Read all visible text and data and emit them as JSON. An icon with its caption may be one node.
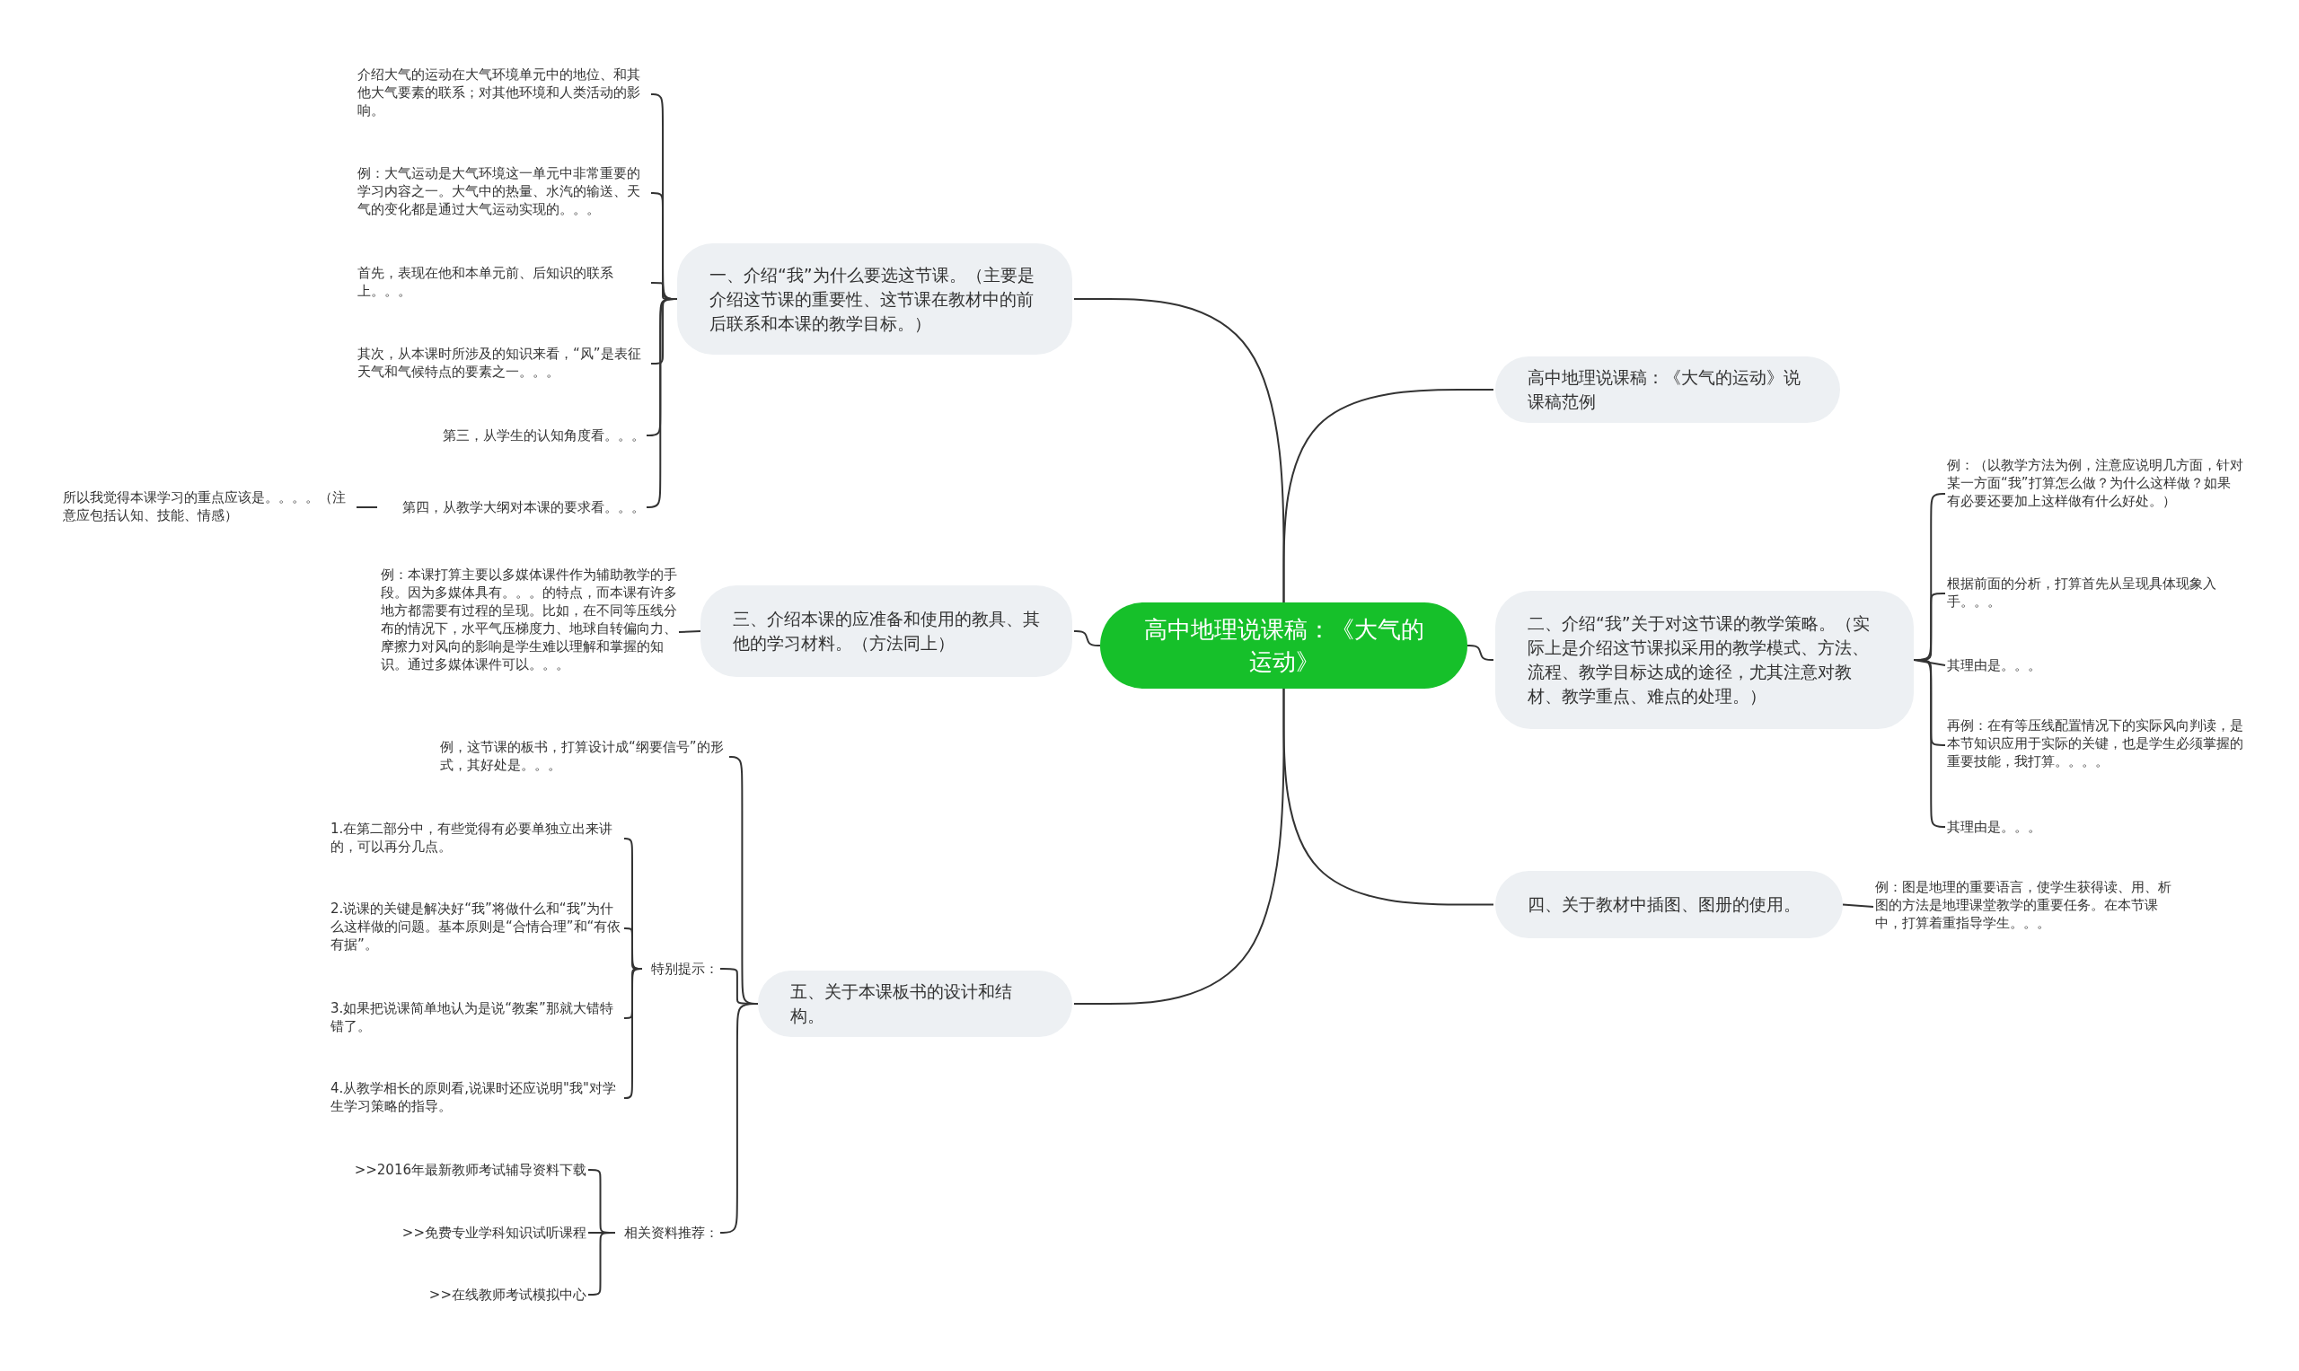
{
  "diagram": {
    "nodes": [
      {
        "text": [
          "高中地理说课稿：《大气的运动》"
        ]
      },
      {
        "text": [
          "高中地理说课稿：《大气的运动》说课稿范例"
        ]
      },
      {
        "text": [
          "二、介绍“我”关于对这节课的教学策略。（实际上是介绍这节课拟采用的教学模式、方法、流程、教学目标达成的途径，尤其注意对教材、教学重点、难点的处理。）"
        ]
      },
      {
        "text": [
          "例：（以教学方法为例，注意应说明几方面，针对某一方面“我”打算怎么做？为什么这样做？如果有必要还要加上这样做有什么好处。）"
        ]
      },
      {
        "text": [
          "根据前面的分析，打算首先从呈现具体现象入手。。。"
        ]
      },
      {
        "text": [
          "其理由是。。。"
        ]
      },
      {
        "text": [
          "再例：在有等压线配置情况下的实际风向判读，是本节知识应用于实际的关键，也是学生必须掌握的重要技能，我打算。。。。"
        ]
      },
      {
        "text": [
          "其理由是。。。"
        ]
      },
      {
        "text": [
          "四、关于教材中插图、图册的使用。"
        ]
      },
      {
        "text": [
          "例：图是地理的重要语言，使学生获得读、用、析图的方法是地理课堂教学的重要任务。在本节课中，打算着重指导学生。。。"
        ]
      },
      {
        "text": [
          "一、介绍“我”为什么要选这节课。（主要是介绍这节课的重要性、这节课在教材中的前后联系和本课的教学目标。）"
        ]
      },
      {
        "text": [
          "介绍大气的运动在大气环境单元中的地位、和其他大气要素的联系；对其他环境和人类活动的影响。"
        ]
      },
      {
        "text": [
          "例：大气运动是大气环境这一单元中非常重要的学习内容之一。大气中的热量、水汽的输送、天气的变化都是通过大气运动实现的。。。"
        ]
      },
      {
        "text": [
          "首先，表现在他和本单元前、后知识的联系上。。。"
        ]
      },
      {
        "text": [
          "其次，从本课时所涉及的知识来看，“风”是表征天气和气候特点的要素之一。。。"
        ]
      },
      {
        "text": [
          "第三，从学生的认知角度看。。。"
        ]
      },
      {
        "text": [
          "第四，从教学大纲对本课的要求看。。。"
        ]
      },
      {
        "text": [
          "所以我觉得本课学习的重点应该是。。。。（注意应包括认知、技能、情感）"
        ]
      },
      {
        "text": [
          "三、介绍本课的应准备和使用的教具、其他的学习材料。（方法同上）"
        ]
      },
      {
        "text": [
          "例：本课打算主要以多媒体课件作为辅助教学的手段。因为多媒体具有。。。的特点，而本课有许多地方都需要有过程的呈现。比如，在不同等压线分布的情况下，水平气压梯度力、地球自转偏向力、摩擦力对风向的影响是学生难以理解和掌握的知识。通过多媒体课件可以。。。"
        ]
      },
      {
        "text": [
          "五、关于本课板书的设计和结构。"
        ]
      },
      {
        "text": [
          "例，这节课的板书，打算设计成“纲要信号”的形式，其好处是。。。"
        ]
      },
      {
        "text": [
          "特别提示："
        ]
      },
      {
        "text": [
          "1.在第二部分中，有些觉得有必要单独立出来讲的，可以再分几点。"
        ]
      },
      {
        "text": [
          "2.说课的关键是解决好“我”将做什么和“我”为什么这样做的问题。基本原则是“合情合理”和“有依有据”。"
        ]
      },
      {
        "text": [
          "3.如果把说课简单地认为是说“教案”那就大错特错了。"
        ]
      },
      {
        "text": [
          "4.从教学相长的原则看,说课时还应说明\"我\"对学生学习策略的指导。"
        ]
      },
      {
        "text": [
          "相关资料推荐："
        ]
      },
      {
        "text": [
          ">>2016年最新教师考试辅导资料下载"
        ]
      },
      {
        "text": [
          ">>免费专业学科知识试听课程"
        ]
      },
      {
        "text": [
          ">>在线教师考试模拟中心"
        ]
      }
    ],
    "edges": [
      {
        "from": 0,
        "to": 1,
        "arrow": "none"
      },
      {
        "from": 0,
        "to": 2,
        "arrow": "none"
      },
      {
        "from": 2,
        "to": 3,
        "arrow": "none"
      },
      {
        "from": 2,
        "to": 4,
        "arrow": "none"
      },
      {
        "from": 2,
        "to": 5,
        "arrow": "none"
      },
      {
        "from": 2,
        "to": 6,
        "arrow": "none"
      },
      {
        "from": 2,
        "to": 7,
        "arrow": "none"
      },
      {
        "from": 0,
        "to": 8,
        "arrow": "none"
      },
      {
        "from": 8,
        "to": 9,
        "arrow": "none"
      },
      {
        "from": 0,
        "to": 10,
        "arrow": "none"
      },
      {
        "from": 10,
        "to": 11,
        "arrow": "none"
      },
      {
        "from": 10,
        "to": 12,
        "arrow": "none"
      },
      {
        "from": 10,
        "to": 13,
        "arrow": "none"
      },
      {
        "from": 10,
        "to": 14,
        "arrow": "none"
      },
      {
        "from": 10,
        "to": 15,
        "arrow": "none"
      },
      {
        "from": 10,
        "to": 16,
        "arrow": "none"
      },
      {
        "from": 16,
        "to": 17,
        "arrow": "none"
      },
      {
        "from": 0,
        "to": 18,
        "arrow": "none"
      },
      {
        "from": 18,
        "to": 19,
        "arrow": "none"
      },
      {
        "from": 0,
        "to": 20,
        "arrow": "none"
      },
      {
        "from": 20,
        "to": 21,
        "arrow": "none"
      },
      {
        "from": 20,
        "to": 22,
        "arrow": "none"
      },
      {
        "from": 22,
        "to": 23,
        "arrow": "none"
      },
      {
        "from": 22,
        "to": 24,
        "arrow": "none"
      },
      {
        "from": 22,
        "to": 25,
        "arrow": "none"
      },
      {
        "from": 22,
        "to": 26,
        "arrow": "none"
      },
      {
        "from": 20,
        "to": 27,
        "arrow": "none"
      },
      {
        "from": 27,
        "to": 28,
        "arrow": "none"
      },
      {
        "from": 27,
        "to": 29,
        "arrow": "none"
      },
      {
        "from": 27,
        "to": 30,
        "arrow": "none"
      }
    ]
  }
}
